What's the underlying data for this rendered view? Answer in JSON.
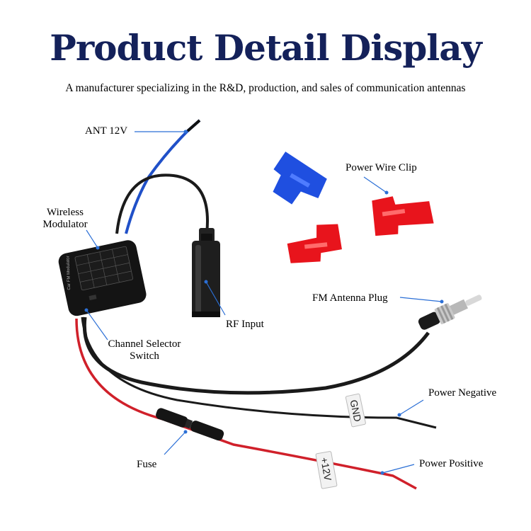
{
  "header": {
    "title": "Product Detail Display",
    "subtitle": "A manufacturer specializing in the R&D, production, and sales of communication antennas"
  },
  "callouts": {
    "ant_12v": "ANT 12V",
    "wireless_modulator_line1": "Wireless",
    "wireless_modulator_line2": "Modulator",
    "power_wire_clip": "Power Wire Clip",
    "fm_antenna_plug": "FM Antenna Plug",
    "rf_input": "RF Input",
    "channel_selector_line1": "Channel Selector",
    "channel_selector_line2": "Switch",
    "power_negative": "Power Negative",
    "fuse": "Fuse",
    "power_positive": "Power Positive"
  },
  "wire_tags": {
    "gnd": "GND",
    "plus_12v": "+12V"
  },
  "module_label": "Car FM Modulator",
  "colors": {
    "title": "#14215a",
    "leader_line": "#2b6fd6",
    "clip_red": "#e8141c",
    "clip_blue": "#1f4fe0",
    "wire_red": "#d0202a",
    "wire_black": "#1a1a1a",
    "wire_blue": "#2050c8"
  }
}
